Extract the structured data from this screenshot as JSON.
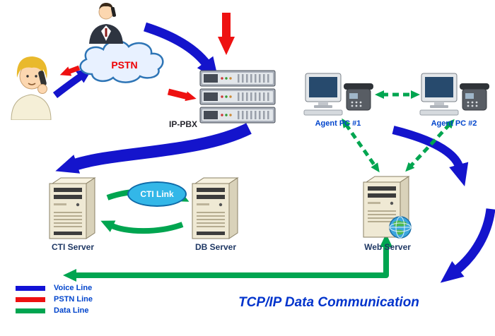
{
  "nodes": {
    "pstn": "PSTN",
    "pbx": "IP-PBX",
    "agent1": "Agent PC #1",
    "agent2": "Agent PC #2",
    "server1": "CTI Server",
    "server2": "DB Server",
    "link": "CTI Link",
    "webserver": "Web Server"
  },
  "caption": "TCP/IP Data Communication",
  "legend": {
    "items": [
      {
        "label": "Voice Line",
        "color": "#1212d6"
      },
      {
        "label": "PSTN Line",
        "color": "#ee1111"
      },
      {
        "label": "Data Line",
        "color": "#00a550"
      }
    ]
  },
  "icons": {
    "caller": "caller-icon",
    "operator": "operator-icon",
    "pbx": "pbx-rack-icon",
    "workstation": "agent-workstation-icon",
    "tower_server": "tower-server-icon",
    "web_server": "web-server-globe-icon",
    "cloud": "pstn-cloud-icon"
  },
  "colors": {
    "voice_arrow": "#1414cc",
    "pstn_arrow": "#ee1111",
    "data_arrow": "#00a550",
    "cloud_fill": "#e8f1ff",
    "cloud_stroke": "#2e75b6",
    "pstn_text": "#ee0000",
    "agent_label": "#0044cc",
    "server_label": "#1f3864",
    "caption_text": "#0033cc",
    "oval_fill": "#33b7e8"
  }
}
